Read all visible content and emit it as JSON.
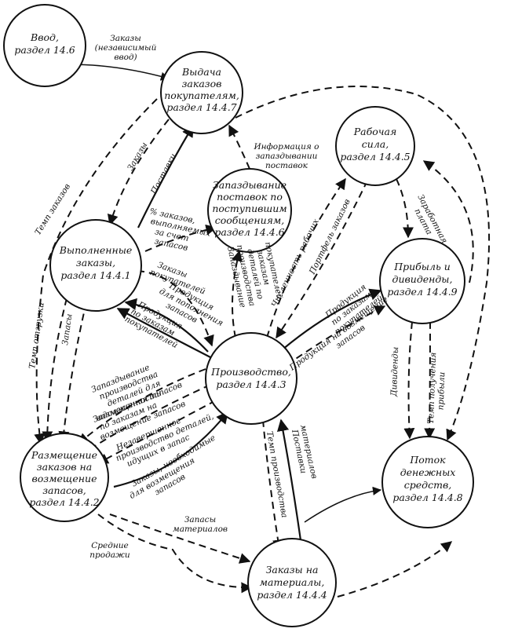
{
  "nodes": {
    "input": [
      "Ввод,",
      "раздел 14.6"
    ],
    "orders": [
      "Выдача",
      "заказов",
      "покупателям,",
      "раздел 14.4.7"
    ],
    "labor": [
      "Рабочая",
      "сила,",
      "раздел 14.4.5"
    ],
    "delay": [
      "Запаздывание",
      "поставок по",
      "поступившим",
      "сообщениям,",
      "раздел 14.4.6"
    ],
    "filled": [
      "Выполненные",
      "заказы,",
      "раздел 14.4.1"
    ],
    "profit": [
      "Прибыль и",
      "дивиденды,",
      "раздел 14.4.9"
    ],
    "production": [
      "Производство,",
      "раздел 14.4.3"
    ],
    "placement": [
      "Размещение",
      "заказов на",
      "возмещение",
      "запасов,",
      "раздел 14.4.2"
    ],
    "cash": [
      "Поток",
      "денежных",
      "средств,",
      "раздел 14.4.8"
    ],
    "materials": [
      "Заказы на",
      "материалы,",
      "раздел 14.4.4"
    ]
  },
  "labels": {
    "zakazy_nezavisimyi": [
      "Заказы",
      "(независимый",
      "ввод)"
    ],
    "zakazy": "Заказы",
    "postavki": "Поставки",
    "temp_zakazov": "Темп заказов",
    "info_delay": [
      "Информация о",
      "запаздывании",
      "поставок"
    ],
    "pct_orders": [
      "% заказов,",
      "выполняемых",
      "за счет",
      "запасов"
    ],
    "zakazy_pokup": [
      "Заказы",
      "покупателей"
    ],
    "prod_replenish": [
      "Продукция",
      "для пополнения",
      "запасов"
    ],
    "prod_customer": [
      "Продукция",
      "по заказам",
      "покупателей"
    ],
    "zapazd_proizv": [
      "Запаздывание",
      "производства",
      "деталей по",
      "заказам",
      "покупателей"
    ],
    "chislennost": "Численность рабочих",
    "portfel": "Портфель заказов",
    "zarplata": [
      "Заработная",
      "плата"
    ],
    "prod_zakaz2": [
      "Продукция",
      "по заказам",
      "покупателей"
    ],
    "prod_vozm": [
      "Продукция на возмещение",
      "запасов"
    ],
    "temp_otgruzki": "Темп отгрузки",
    "zapasy": "Запасы",
    "dividendy": "Дивиденды",
    "temp_pribyli": [
      "Темп получения",
      "прибыли"
    ],
    "zapazd_det": [
      "Запаздывание",
      "производства",
      "деталей для",
      "возмещения запасов"
    ],
    "zadolzh": [
      "Задолженность",
      "по заказам на",
      "возмещение запасов"
    ],
    "nezaversh": [
      "Незавершенное",
      "производство деталей,",
      "идущих в запас"
    ],
    "zakazy_neobh": [
      "Заказы, необходимые",
      "для возмещения",
      "запасов"
    ],
    "temp_proizv": "Темп производства",
    "postavki_mat": [
      "Поставки",
      "материалов"
    ],
    "zapasy_mat": [
      "Запасы",
      "материалов"
    ],
    "srednie": [
      "Средние",
      "продажи"
    ]
  }
}
